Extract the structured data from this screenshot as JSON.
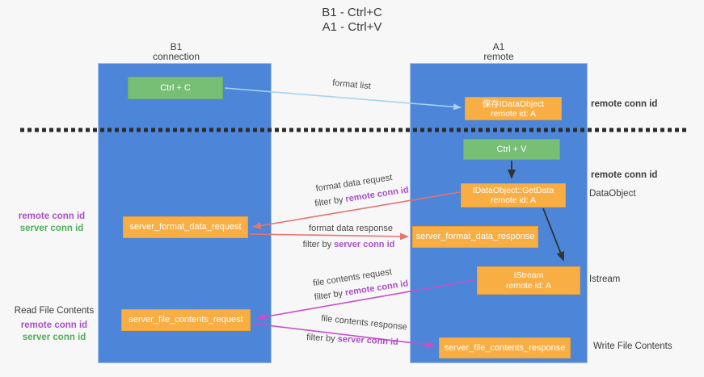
{
  "title": {
    "line1": "B1 - Ctrl+C",
    "line2": "A1 - Ctrl+V"
  },
  "lanes": {
    "b1": {
      "name": "B1",
      "subtitle": "connection"
    },
    "a1": {
      "name": "A1",
      "subtitle": "remote"
    }
  },
  "boxes": {
    "ctrl_c": {
      "label": "Ctrl + C"
    },
    "ctrl_v": {
      "label": "Ctrl + V"
    },
    "save_dataobject": {
      "line1": "保存IDataObject",
      "line2": "remote id: A"
    },
    "getdata": {
      "line1": "IDataObject::GetData",
      "line2": "remote id: A"
    },
    "istream": {
      "line1": "IStream",
      "line2": "remote id: A"
    },
    "server_format_data_request": {
      "label": "server_format_data_request"
    },
    "server_format_data_response": {
      "label": "server_format_data_response"
    },
    "server_file_contents_request": {
      "label": "server_file_contents_request"
    },
    "server_file_contents_response": {
      "label": "server_file_contents_response"
    }
  },
  "arrow_labels": {
    "format_list": "format list",
    "format_data_request": {
      "title": "format data request",
      "filter_prefix": "filter by ",
      "filter_value": "remote conn id"
    },
    "format_data_response": {
      "title": "format data response",
      "filter_prefix": "filter by ",
      "filter_value": "server conn id"
    },
    "file_contents_request": {
      "title": "file contents request",
      "filter_prefix": "filter by ",
      "filter_value": "remote conn id"
    },
    "file_contents_response": {
      "title": "file contents response",
      "filter_prefix": "filter by ",
      "filter_value": "server conn id"
    }
  },
  "side_labels": {
    "left_format": {
      "remote": "remote conn id",
      "server": "server conn id"
    },
    "left_file": {
      "title": "Read File Contents",
      "remote": "remote conn id",
      "server": "server conn id"
    },
    "right_top_remote": "remote conn id",
    "right_mid_remote": "remote conn id",
    "right_dataobject": "DataObject",
    "right_istream": "Istream",
    "right_write": "Write File Contents"
  },
  "colors": {
    "lane_blue": "#4d86d8",
    "box_green": "#78bf76",
    "box_orange": "#f9ae44",
    "arrow_lightblue": "#a8d2f0",
    "arrow_black": "#333333",
    "arrow_salmon": "#e8736f",
    "arrow_magenta": "#c750c7",
    "divider_black": "#2b2b2b",
    "label_purple": "#a94fc5",
    "label_green": "#4fae57"
  }
}
